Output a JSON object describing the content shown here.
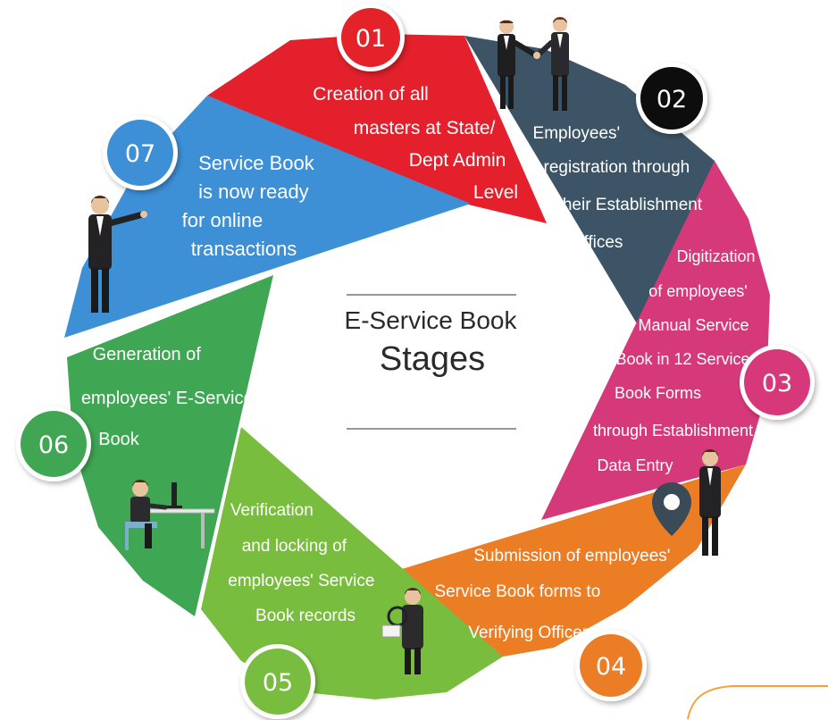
{
  "center": {
    "title_line1": "E-Service Book",
    "title_line2": "Stages"
  },
  "stages": [
    {
      "number": "01",
      "color": "#e3202c",
      "lines": [
        "Creation of all",
        "masters at State/",
        "Dept Admin",
        "Level"
      ]
    },
    {
      "number": "02",
      "color": "#3d5466",
      "badge_color": "#0d0d10",
      "lines": [
        "Employees'",
        "registration through",
        "their Establishment",
        "Offices"
      ]
    },
    {
      "number": "03",
      "color": "#d6397a",
      "lines": [
        "Digitization",
        "of employees'",
        "Manual Service",
        "Book in 12 Service",
        "Book Forms",
        "through Establishment",
        "Data Entry"
      ]
    },
    {
      "number": "04",
      "color": "#eb7d25",
      "lines": [
        "Submission of employees'",
        "Service Book  forms to",
        "Verifying Officers"
      ]
    },
    {
      "number": "05",
      "color": "#79bd3f",
      "lines": [
        "Verification",
        "and locking of",
        "employees' Service",
        "Book  records"
      ]
    },
    {
      "number": "06",
      "color": "#3fa653",
      "lines": [
        "Generation of",
        "employees' E-Service",
        "Book"
      ]
    },
    {
      "number": "07",
      "color": "#3d8fd6",
      "lines": [
        "Service Book",
        "is now ready",
        "for online",
        "transactions"
      ]
    }
  ],
  "figures": [
    "handshake-figures",
    "pointing-man",
    "map-pin-man",
    "magnifier-man",
    "desk-worker",
    "presenter-man"
  ]
}
